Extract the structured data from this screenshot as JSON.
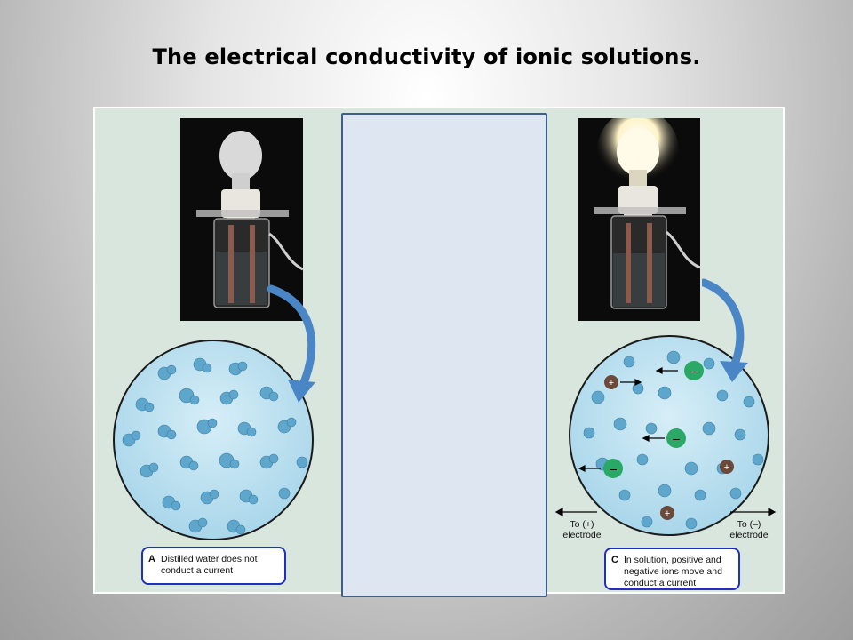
{
  "title": "The electrical conductivity of ionic solutions.",
  "panel_a": {
    "caption_letter": "A",
    "caption_text": "Distilled water does not conduct a current"
  },
  "panel_c": {
    "caption_letter": "C",
    "caption_text": "In solution, positive and negative ions move and conduct a current",
    "left_label_line1": "To (+)",
    "left_label_line2": "electrode",
    "right_label_line1": "To (–)",
    "right_label_line2": "electrode",
    "plus_sign": "+",
    "minus_sign": "–"
  },
  "colors": {
    "panel_bg": "#d9e6dd",
    "caption_border": "#1f2fbf",
    "cover_box": "#dde6f1",
    "water_molecule": "#5fa6cc",
    "anion": "#2aa866",
    "cation": "#6b4a3c"
  }
}
